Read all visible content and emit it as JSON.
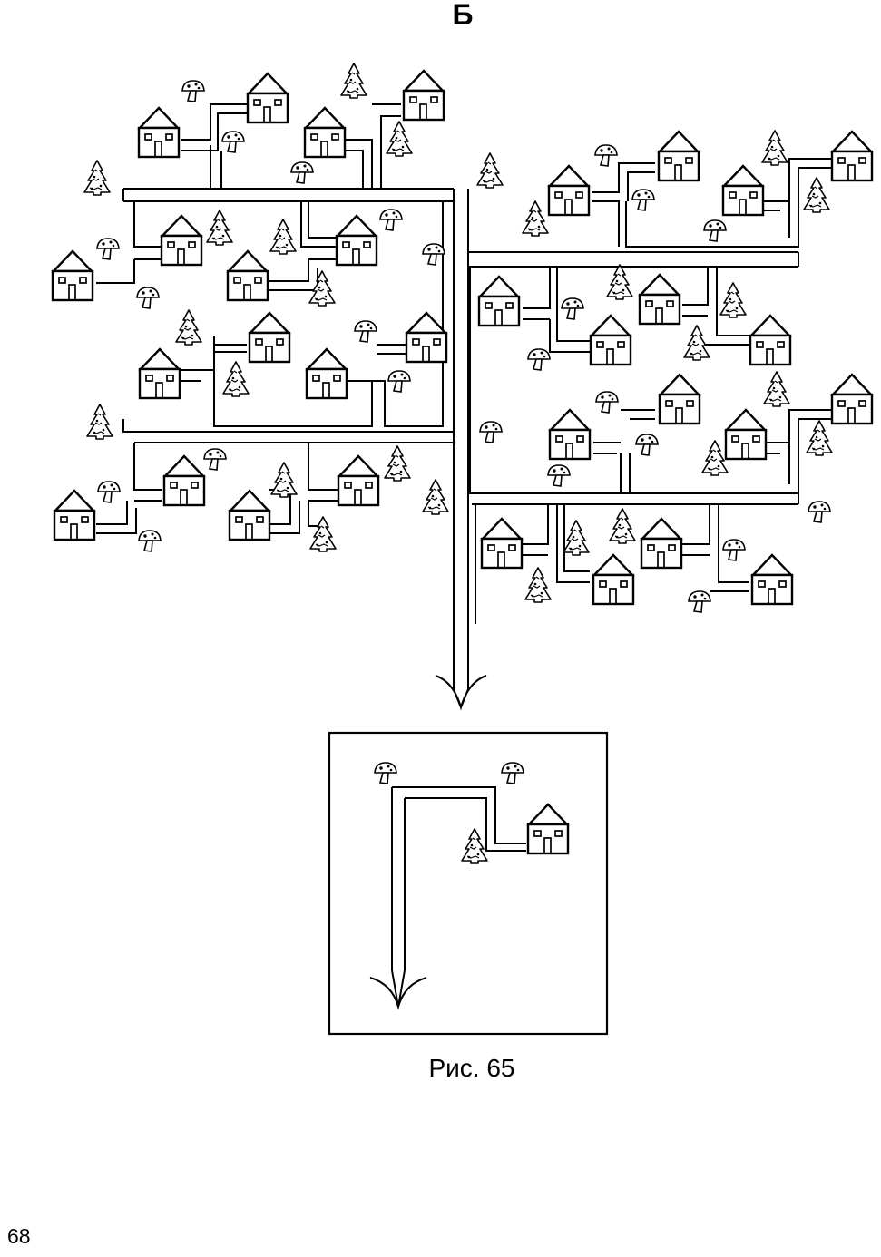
{
  "header": {
    "variant_letter": "Б"
  },
  "figure": {
    "caption": "Рис. 65"
  },
  "page": {
    "number": "68"
  },
  "colors": {
    "ink": "#000000",
    "paper": "#ffffff"
  },
  "icons": [
    "house-icon",
    "tree-icon",
    "mushroom-icon",
    "fork-arrow-icon"
  ]
}
